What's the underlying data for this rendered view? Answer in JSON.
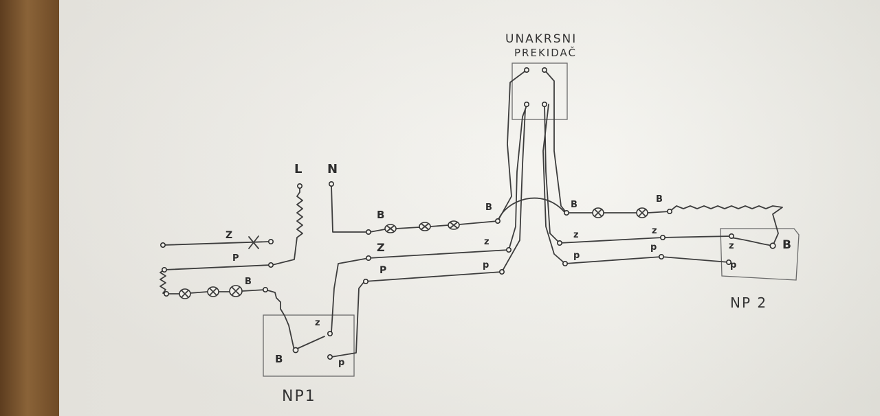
{
  "title": {
    "line1": "UNAKRSNI",
    "line2": "PREKIDAČ"
  },
  "supply": {
    "phase": "L",
    "neutral": "N"
  },
  "switches": {
    "left": "NP1",
    "right": "NP 2"
  },
  "wire_labels": {
    "z": "Z",
    "p": "P",
    "b": "B",
    "z_small": "z",
    "p_small": "p",
    "b_small": "B"
  }
}
